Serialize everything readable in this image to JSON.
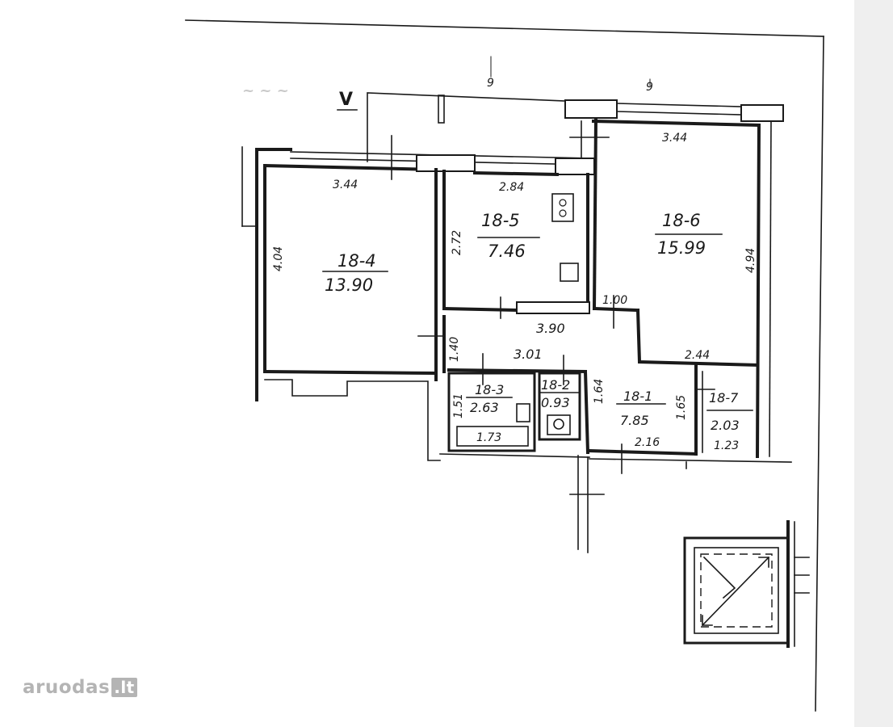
{
  "plan": {
    "section_mark": "V",
    "axis_labels": [
      "9",
      "9"
    ],
    "rooms": [
      {
        "id": "18-4",
        "area": "13.90"
      },
      {
        "id": "18-5",
        "area": "7.46"
      },
      {
        "id": "18-6",
        "area": "15.99"
      },
      {
        "id": "18-3",
        "area": "2.63"
      },
      {
        "id": "18-2",
        "area": "0.93"
      },
      {
        "id": "18-1",
        "area": "7.85"
      },
      {
        "id": "18-7",
        "area": "2.03"
      }
    ],
    "dimensions": [
      "3.44",
      "2.84",
      "3.44",
      "4.04",
      "2.72",
      "4.94",
      "1.00",
      "3.90",
      "1.40",
      "3.01",
      "2.44",
      "1.64",
      "1.65",
      "1.51",
      "1.73",
      "2.16",
      "1.23"
    ]
  },
  "watermark": {
    "brand": "aruodas",
    "tld": ".lt"
  }
}
